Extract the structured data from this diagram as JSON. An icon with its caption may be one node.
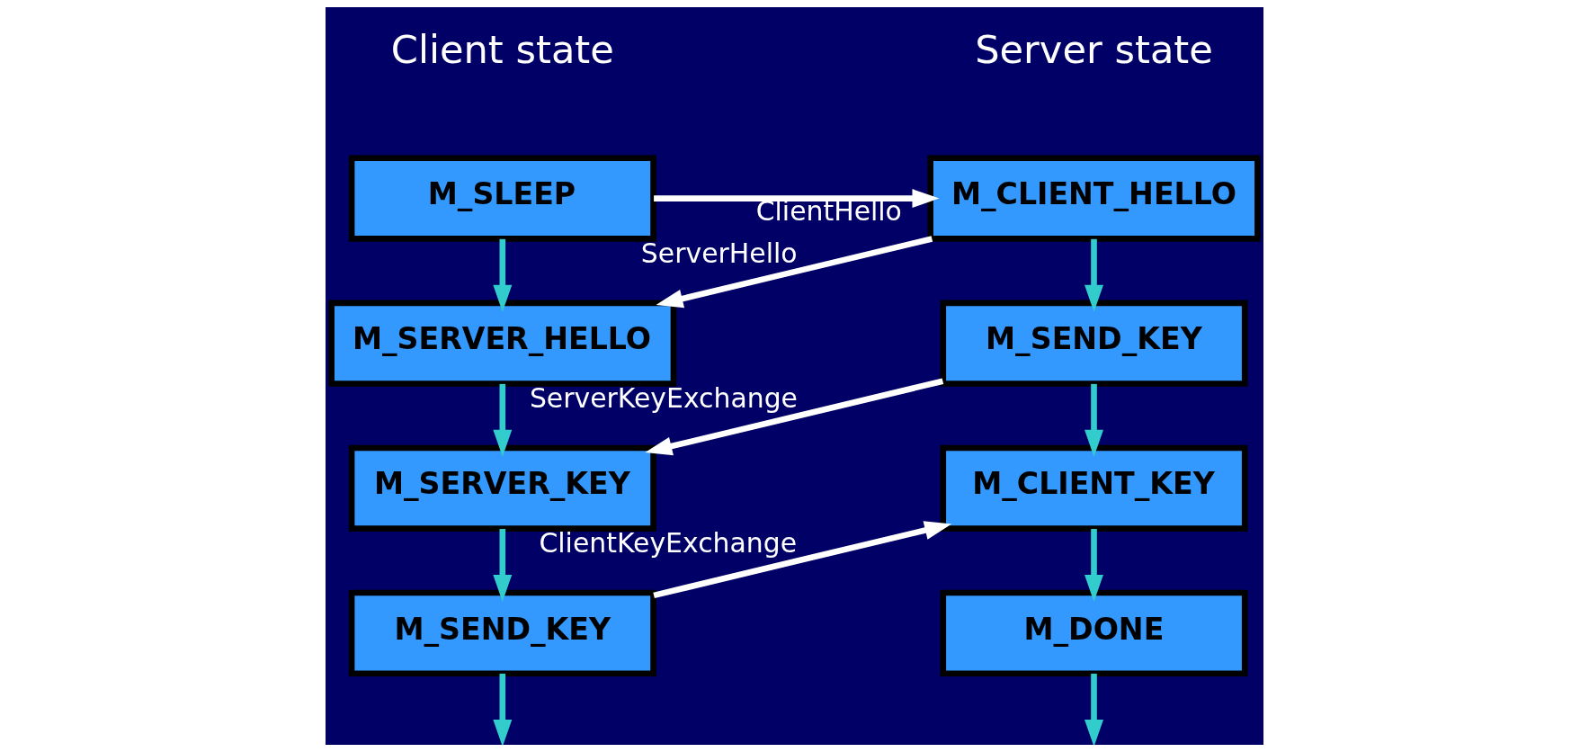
{
  "diagram": {
    "nodes": [
      {
        "text": [
          "M_SLEEP"
        ]
      },
      {
        "text": [
          "M_CLIENT_HELLO"
        ]
      },
      {
        "text": [
          "M_SERVER_HELLO"
        ]
      },
      {
        "text": [
          "M_SEND_KEY"
        ]
      },
      {
        "text": [
          "M_SERVER_KEY"
        ]
      },
      {
        "text": [
          "M_CLIENT_KEY"
        ]
      },
      {
        "text": [
          "M_SEND_KEY"
        ]
      },
      {
        "text": [
          "M_DONE"
        ]
      }
    ],
    "edges": [
      {
        "from": 0,
        "to": 2,
        "arrow": "to"
      },
      {
        "from": 2,
        "to": 4,
        "arrow": "to"
      },
      {
        "from": 4,
        "to": 6,
        "arrow": "to"
      },
      {
        "from": 6,
        "to": null,
        "arrow": "to"
      },
      {
        "from": 1,
        "to": 3,
        "arrow": "to"
      },
      {
        "from": 3,
        "to": 5,
        "arrow": "to"
      },
      {
        "from": 5,
        "to": 7,
        "arrow": "to"
      },
      {
        "from": 7,
        "to": null,
        "arrow": "to"
      },
      {
        "from": 0,
        "to": 1,
        "arrow": "to",
        "label": "ClientHello",
        "color": "#ffffff"
      },
      {
        "from": 1,
        "to": 2,
        "arrow": "to",
        "label": "ServerHello",
        "color": "#ffffff"
      },
      {
        "from": 3,
        "to": 4,
        "arrow": "to",
        "label": "ServerKeyExchange",
        "color": "#ffffff"
      },
      {
        "from": 6,
        "to": 5,
        "arrow": "to",
        "label": "ClientKeyExchange",
        "color": "#ffffff"
      }
    ],
    "labels": [
      "Client state",
      "Server state"
    ]
  }
}
